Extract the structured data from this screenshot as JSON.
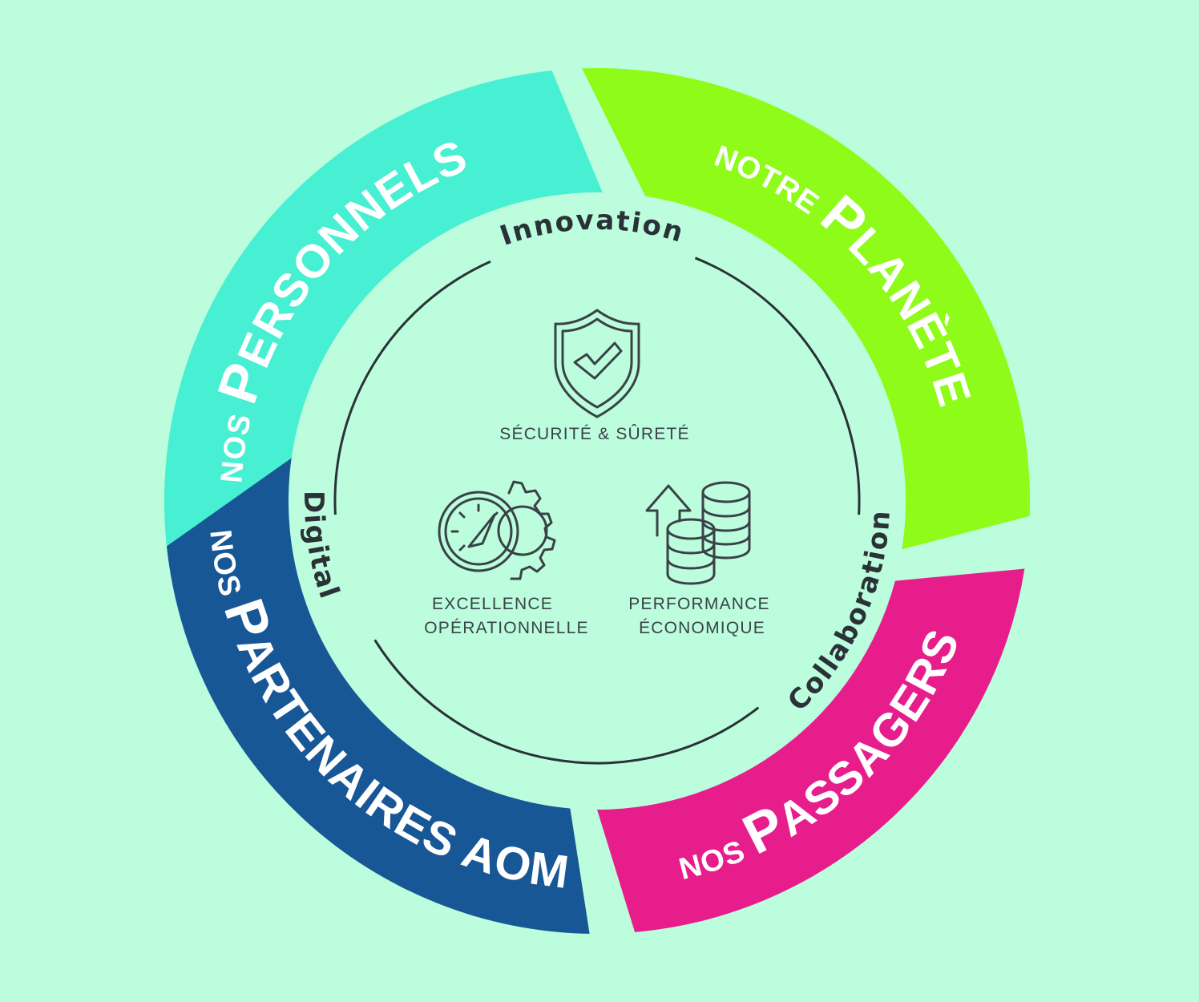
{
  "colors": {
    "background": "#bcfddd",
    "personnels": "#47efd3",
    "planete": "#8efc18",
    "passagers": "#e81d8c",
    "partenaires": "#175796",
    "text_dark": "#2a3238",
    "icon_stroke": "#3a4248"
  },
  "segments": {
    "personnels": {
      "prefix": "nos",
      "initial": "P",
      "rest": "ERSONNELS"
    },
    "planete": {
      "prefix": "notre",
      "initial": "P",
      "rest": "LANÈTE"
    },
    "passagers": {
      "prefix": "nos",
      "initial": "P",
      "rest": "ASSAGERS"
    },
    "partenaires": {
      "prefix": "nos",
      "initial": "P",
      "rest": "ARTENAIRES AOM"
    }
  },
  "pillars": {
    "innovation": "Innovation",
    "digital": "Digital",
    "collaboration": "Collaboration"
  },
  "center": {
    "securite": {
      "icon": "shield-check-icon",
      "label": "SÉCURITÉ & SÛRETÉ"
    },
    "excellence": {
      "icon": "gauge-gear-icon",
      "line1": "EXCELLENCE",
      "line2": "OPÉRATIONNELLE"
    },
    "performance": {
      "icon": "coins-arrow-icon",
      "line1": "PERFORMANCE",
      "line2": "ÉCONOMIQUE"
    }
  }
}
